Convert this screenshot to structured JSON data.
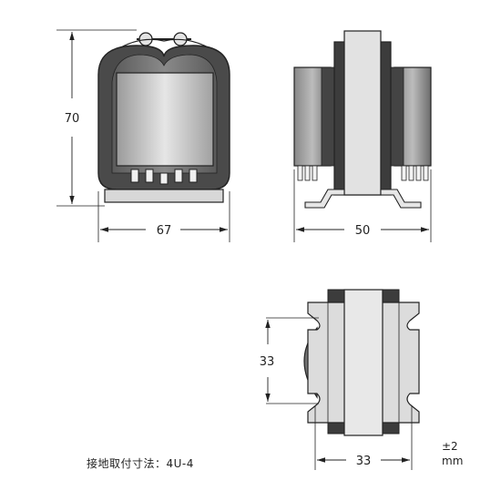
{
  "dimensions": {
    "front_height": "70",
    "front_width": "67",
    "side_width": "50",
    "bottom_height": "33",
    "bottom_width": "33"
  },
  "notes": {
    "mounting": "接地取付寸法：4U-4",
    "tolerance": "±2",
    "unit": "mm"
  },
  "colors": {
    "line": "#222222",
    "coil_dark": "#4a4a4a",
    "coil_mid": "#7a7a7a",
    "core_light": "#d2d2d2",
    "face_light": "#dcdcdc"
  }
}
